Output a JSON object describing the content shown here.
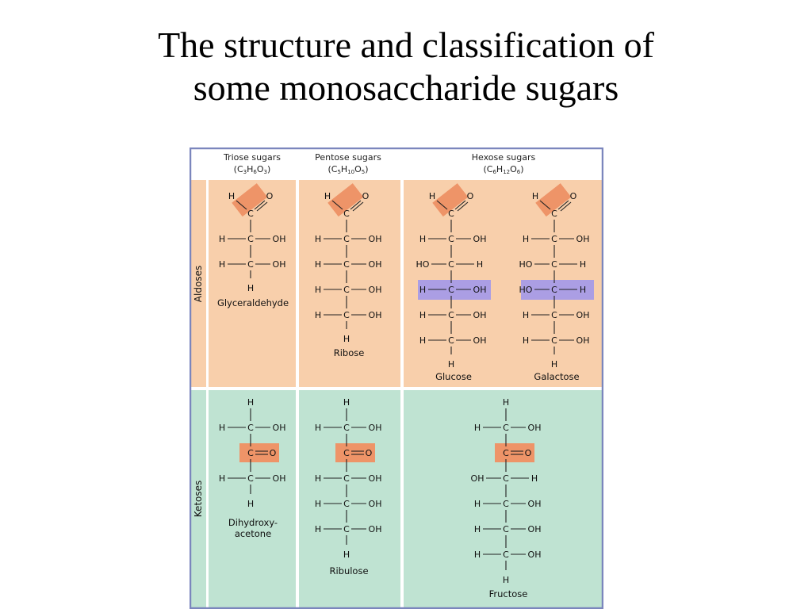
{
  "title": {
    "line1": "The structure and classification of",
    "line2": "some monosaccharide sugars"
  },
  "colors": {
    "aldose_bg": "#f8cfab",
    "ketose_bg": "#bfe3d2",
    "carbonyl_highlight": "#ee9468",
    "hydroxyl_highlight": "#ab9ee4",
    "frame": "#7b86bd",
    "divider": "#ffffff"
  },
  "columns": [
    {
      "label": "Triose sugars",
      "formula": [
        "(C",
        "3",
        "H",
        "6",
        "O",
        "3",
        ")"
      ]
    },
    {
      "label": "Pentose sugars",
      "formula": [
        "(C",
        "5",
        "H",
        "10",
        "O",
        "5",
        ")"
      ]
    },
    {
      "label": "Hexose sugars",
      "formula": [
        "(C",
        "6",
        "H",
        "12",
        "O",
        "6",
        ")"
      ]
    }
  ],
  "rows": [
    {
      "label": "Aldoses"
    },
    {
      "label": "Ketoses"
    }
  ],
  "sugars": [
    {
      "name": "Glyceraldehyde",
      "class": "aldose",
      "carbons": 3,
      "chain": [
        "CHO",
        "H-C-OH",
        "H-C-OH",
        "H"
      ],
      "highlight": "carbonyl"
    },
    {
      "name": "Ribose",
      "class": "aldose",
      "carbons": 5,
      "chain": [
        "CHO",
        "H-C-OH",
        "H-C-OH",
        "H-C-OH",
        "H-C-OH",
        "H"
      ],
      "highlight": "carbonyl"
    },
    {
      "name": "Glucose",
      "class": "aldose",
      "carbons": 6,
      "chain": [
        "CHO",
        "H-C-OH",
        "HO-C-H",
        "H-C-OH",
        "H-C-OH",
        "H-C-OH",
        "H"
      ],
      "highlight": "carbonyl+C4 hydroxyl"
    },
    {
      "name": "Galactose",
      "class": "aldose",
      "carbons": 6,
      "chain": [
        "CHO",
        "H-C-OH",
        "HO-C-H",
        "HO-C-H",
        "H-C-OH",
        "H-C-OH",
        "H"
      ],
      "highlight": "carbonyl+C4 hydroxyl"
    },
    {
      "name_lines": [
        "Dihydroxy-",
        "acetone"
      ],
      "class": "ketose",
      "carbons": 3,
      "chain": [
        "H",
        "H-C-OH",
        "C=O",
        "H-C-OH",
        "H"
      ],
      "highlight": "carbonyl"
    },
    {
      "name": "Ribulose",
      "class": "ketose",
      "carbons": 5,
      "chain": [
        "H",
        "H-C-OH",
        "C=O",
        "H-C-OH",
        "H-C-OH",
        "H-C-OH",
        "H"
      ],
      "highlight": "carbonyl"
    },
    {
      "name": "Fructose",
      "class": "ketose",
      "carbons": 6,
      "chain": [
        "H",
        "H-C-OH",
        "C=O",
        "OH-C-H",
        "H-C-OH",
        "H-C-OH",
        "H-C-OH",
        "H"
      ],
      "highlight": "carbonyl"
    }
  ],
  "atoms": {
    "H": "H",
    "C": "C",
    "O": "O",
    "OH": "OH",
    "HO": "HO",
    "OH_left": "OH"
  }
}
